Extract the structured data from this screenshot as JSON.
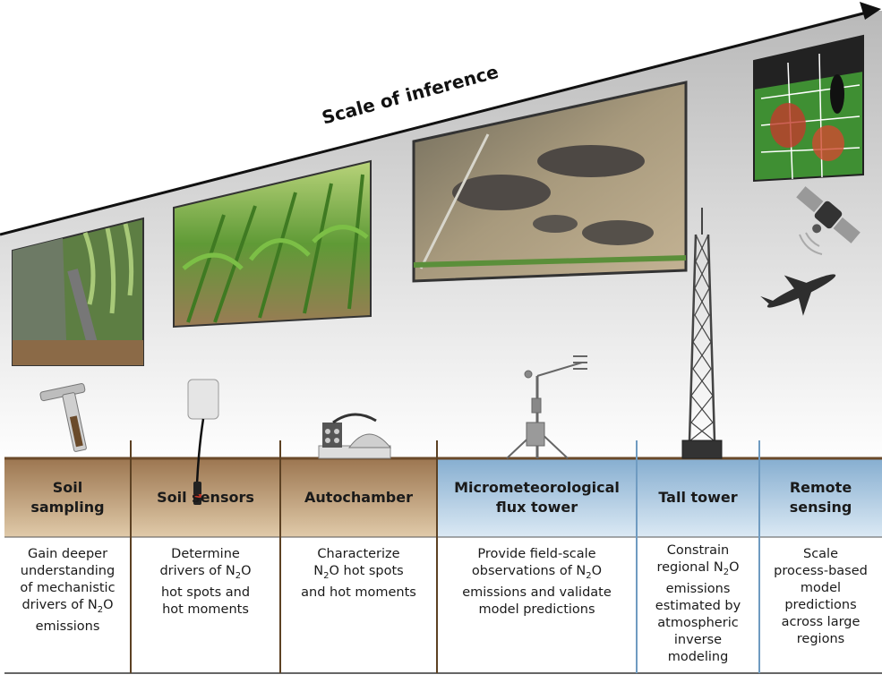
{
  "title": "Scale of inference",
  "colors": {
    "soil_band": "#b7946c",
    "air_band": "#a9c8de",
    "divider_soil": "#5c4123",
    "divider_air": "#6f9bc1"
  },
  "columns": [
    {
      "header": "Soil\nsampling",
      "description": "Gain deeper\nunderstanding\nof mechanistic\ndrivers of N2O\nemissions",
      "icon": "soil-core-sampler-icon"
    },
    {
      "header": "Soil sensors",
      "description": "Determine\ndrivers of N2O\nhot spots and\nhot moments",
      "icon": "soil-sensor-icon"
    },
    {
      "header": "Autochamber",
      "description": "Characterize\nN2O hot spots\nand hot moments",
      "icon": "autochamber-icon"
    },
    {
      "header": "Micrometeorological\nflux tower",
      "description": "Provide field-scale\nobservations of N2O\nemissions and validate\nmodel predictions",
      "icon": "flux-tower-icon"
    },
    {
      "header": "Tall tower",
      "description": "Constrain\nregional N2O\nemissions\nestimated by\natmospheric\ninverse\nmodeling",
      "icon": "tall-tower-icon"
    },
    {
      "header": "Remote\nsensing",
      "description": "Scale\nprocess-based\nmodel\npredictions\nacross large\nregions",
      "icon": "satellite-icon"
    }
  ],
  "photos": [
    {
      "name": "soil-sampling-photo",
      "subject": "soil core in cornfield"
    },
    {
      "name": "cornfield-photo",
      "subject": "corn rows"
    },
    {
      "name": "aerial-field-photo",
      "subject": "aerial view of farmland"
    },
    {
      "name": "regional-map-photo",
      "subject": "regional satellite map"
    }
  ],
  "extra_icons": [
    "airplane-icon",
    "arrow-head-icon"
  ]
}
